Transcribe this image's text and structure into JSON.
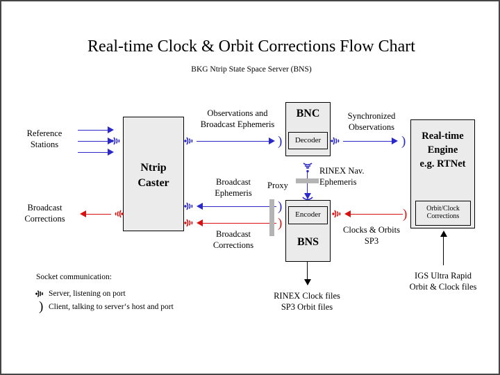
{
  "title": "Real-time Clock & Orbit Corrections Flow Chart",
  "subtitle": "BKG Ntrip State Space Server  (BNS)",
  "colors": {
    "blue": "#2a28c8",
    "red": "#d81010",
    "box_fill": "#ebebeb",
    "box_border": "#000000",
    "frame_border": "#454545",
    "proxy_bar": "#b4b4b4"
  },
  "nodes": {
    "ntrip_caster": {
      "label": "Ntrip\nCaster",
      "line1": "Ntrip",
      "line2": "Caster"
    },
    "bnc": {
      "label": "BNC",
      "inner": "Decoder"
    },
    "bns": {
      "label": "BNS",
      "inner": "Encoder"
    },
    "rt_engine": {
      "line1": "Real-time",
      "line2": "Engine",
      "line3": "e.g. RTNet",
      "inner_line1": "Orbit/Clock",
      "inner_line2": "Corrections"
    }
  },
  "labels": {
    "reference_stations_1": "Reference",
    "reference_stations_2": "Stations",
    "broadcast_corrections_left_1": "Broadcast",
    "broadcast_corrections_left_2": "Corrections",
    "observations_1": "Observations and",
    "observations_2": "Broadcast Ephemeris",
    "broadcast_ephemeris_1": "Broadcast",
    "broadcast_ephemeris_2": "Ephemeris",
    "broadcast_corrections_mid_1": "Broadcast",
    "broadcast_corrections_mid_2": "Corrections",
    "proxy": "Proxy",
    "synchronized_1": "Synchronized",
    "synchronized_2": "Observations",
    "rinex_nav_1": "RINEX Nav.",
    "rinex_nav_2": "Ephemeris",
    "clocks_orbits_1": "Clocks & Orbits",
    "clocks_orbits_2": "SP3",
    "rinex_clock_files_1": "RINEX Clock files",
    "rinex_clock_files_2": "SP3 Orbit files",
    "igs_1": "IGS Ultra Rapid",
    "igs_2": "Orbit & Clock files"
  },
  "legend": {
    "title": "Socket communication:",
    "server": "Server,  listening on port",
    "client": "Client, talking to server‘s host and port",
    "server_symbol": "server-socket-icon",
    "client_symbol": ")"
  },
  "icons": {
    "server_socket": "signal-waves-icon",
    "client_socket": "paren-arc-icon"
  }
}
